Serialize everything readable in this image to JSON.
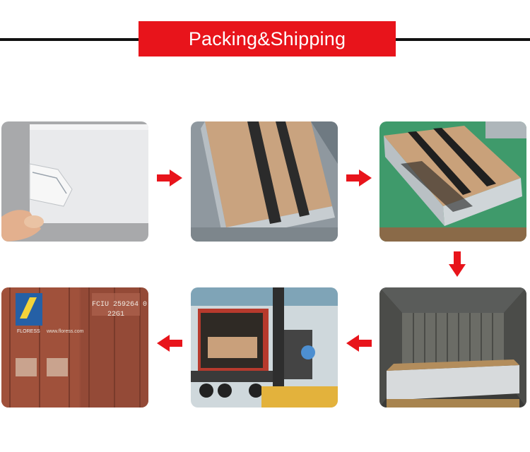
{
  "title": "Packing&Shipping",
  "colors": {
    "accent": "#e8141b",
    "rule": "#111111",
    "background": "#ffffff"
  },
  "steps": [
    {
      "name": "protective-film-sheet"
    },
    {
      "name": "steel-sheet-bundle"
    },
    {
      "name": "strapped-bundles-on-pallets"
    },
    {
      "name": "bundle-loaded-in-container"
    },
    {
      "name": "forklift-loading-container"
    },
    {
      "name": "sealed-shipping-containers"
    }
  ],
  "photo_texts": {
    "container_id": "FCIU 259264 0",
    "container_type": "22G1",
    "brand_logo": "FLORESS",
    "website": "www.floress.com"
  },
  "arrows": [
    "arrow-right-icon",
    "arrow-right-icon",
    "arrow-down-icon",
    "arrow-left-icon",
    "arrow-left-icon"
  ]
}
